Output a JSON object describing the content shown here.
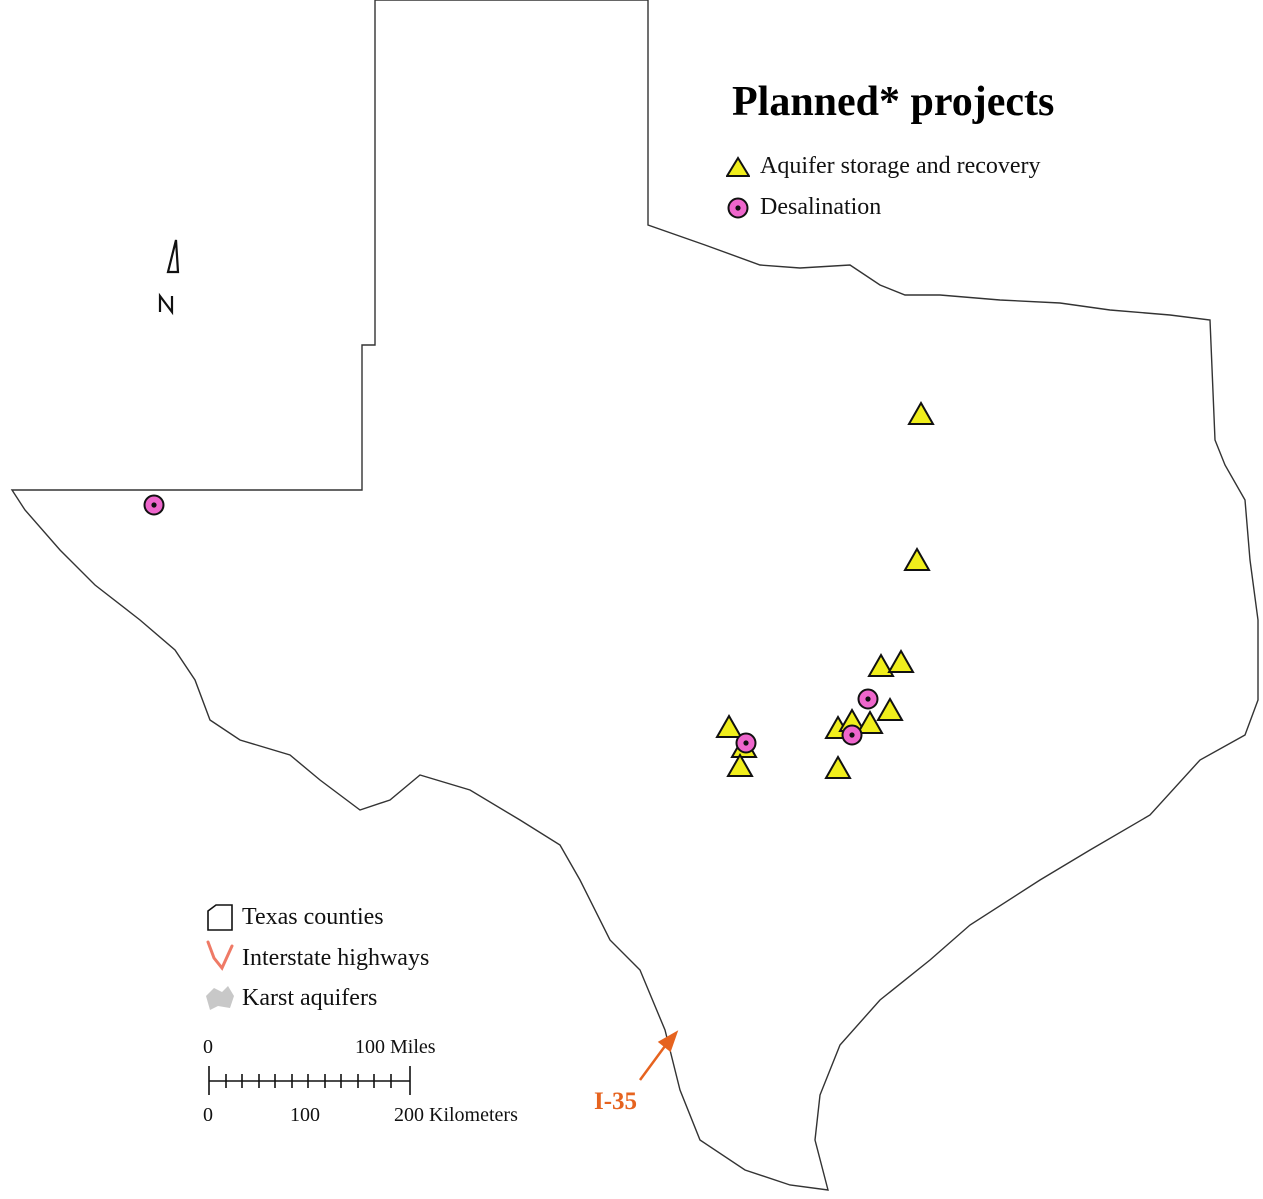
{
  "title": "Planned* projects",
  "project_legend": {
    "asr_label": "Aquifer storage and recovery",
    "desal_label": "Desalination"
  },
  "base_legend": {
    "counties": "Texas counties",
    "highways": "Interstate highways",
    "karst": "Karst aquifers"
  },
  "scale_bar": {
    "miles_start": "0",
    "miles_end": "100 Miles",
    "km_start": "0",
    "km_mid": "100",
    "km_end": "200 Kilometers"
  },
  "north_arrow_label": "N",
  "highway_callout": "I-35",
  "colors": {
    "county_line": "#6f6f6f",
    "highway": "#ef7a66",
    "karst": "#c8c8c8",
    "asr_fill": "#f0ee1c",
    "desal_fill": "#ee66cc",
    "callout": "#e6631f"
  },
  "projects": {
    "aquifer_storage_and_recovery_count": 13,
    "desalination_count": 4
  }
}
